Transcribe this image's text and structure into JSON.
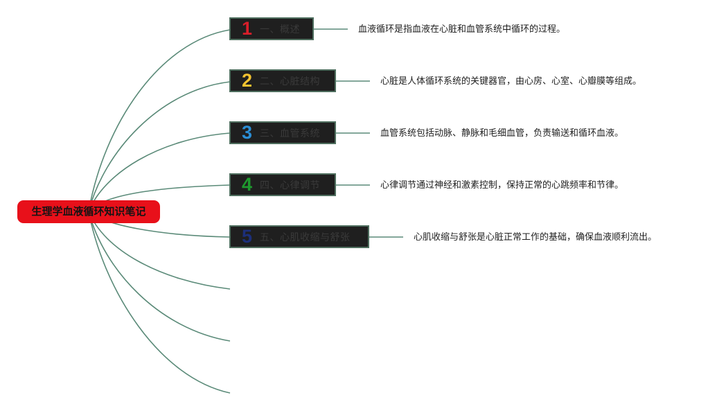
{
  "root": {
    "label": "生理学血液循环知识笔记",
    "color": "#e8101a"
  },
  "line_color": "#5a8a78",
  "topics": [
    {
      "number": "1",
      "number_color": "#d81e2a",
      "label": "一、概述",
      "description": "血液循环是指血液在心脏和血管系统中循环的过程。"
    },
    {
      "number": "2",
      "number_color": "#f2c230",
      "label": "二、心脏结构",
      "description": "心脏是人体循环系统的关键器官，由心房、心室、心瓣膜等组成。"
    },
    {
      "number": "3",
      "number_color": "#2b8fd6",
      "label": "三、血管系统",
      "description": "血管系统包括动脉、静脉和毛细血管，负责输送和循环血液。"
    },
    {
      "number": "4",
      "number_color": "#1e9a2e",
      "label": "四、心律调节",
      "description": "心律调节通过神经和激素控制，保持正常的心跳频率和节律。"
    },
    {
      "number": "5",
      "number_color": "#1c2f7a",
      "label": "五、心肌收缩与舒张",
      "description": "心肌收缩与舒张是心脏正常工作的基础，确保血液顺利流出。"
    }
  ]
}
